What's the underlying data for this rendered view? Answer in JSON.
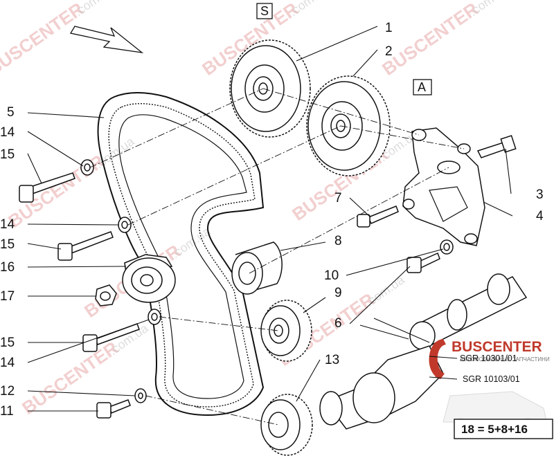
{
  "labels": {
    "callouts": [
      "1",
      "2",
      "3",
      "4",
      "5",
      "6",
      "7",
      "8",
      "9",
      "10",
      "11",
      "12",
      "13",
      "14",
      "14",
      "14",
      "15",
      "15",
      "15",
      "16",
      "17"
    ],
    "box_s": "S",
    "box_a": "A",
    "formula": "18 = 5+8+16"
  },
  "references": {
    "sgr_1": "SGR 10301/01",
    "sgr_2": "SGR 10103/01"
  },
  "watermark": {
    "brand": "BUSCENTER",
    "domain": ".com.ua",
    "logo_name": "BUSCENTER",
    "logo_tagline": "АВТОМОБИЛЬНЫЕ ЗАПЧАСТИНИ",
    "logo_color": "#c0392b"
  },
  "icons": [
    "direction-arrow-icon",
    "buscenter-logo-icon",
    "minibus-icon"
  ]
}
